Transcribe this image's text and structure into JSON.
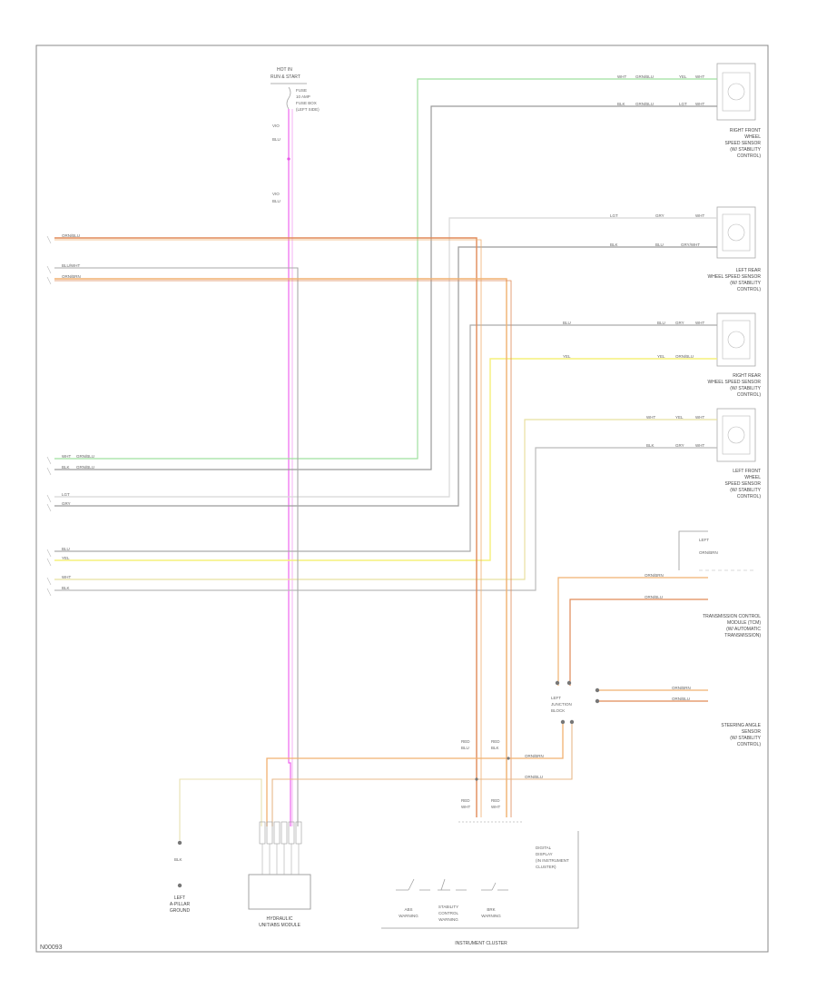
{
  "footer_code": "N00093",
  "power_label": [
    "HOT IN",
    "RUN & START"
  ],
  "fuse_label": [
    "FUSE",
    "10 AMP",
    "FUSE BOX",
    "(LEFT SIDE)"
  ],
  "wire_colors": {
    "wht_grn": "#9fe09f",
    "blk": "#9a9a9a",
    "gry": "#cccccc",
    "org": "#f0b070",
    "red_wht": "#e08a58",
    "yel": "#f5f07a",
    "vio": "#ee66ee",
    "brn": "#c8a070"
  },
  "sensors": [
    {
      "name": "right-front-wheel-speed-sensor",
      "label": [
        "RIGHT FRONT",
        "WHEEL",
        "SPEED SENSOR",
        "(W/ STABILITY",
        "CONTROL)"
      ]
    },
    {
      "name": "left-rear-wheel-speed-sensor",
      "label": [
        "LEFT REAR",
        "WHEEL SPEED SENSOR",
        "(W/ STABILITY",
        "CONTROL)"
      ]
    },
    {
      "name": "right-rear-wheel-speed-sensor",
      "label": [
        "RIGHT REAR",
        "WHEEL SPEED SENSOR",
        "(W/ STABILITY",
        "CONTROL)"
      ]
    },
    {
      "name": "left-front-wheel-speed-sensor",
      "label": [
        "LEFT FRONT",
        "WHEEL",
        "SPEED SENSOR",
        "(W/ STABILITY",
        "CONTROL)"
      ]
    }
  ],
  "trans_control_label": [
    "TRANSMISSION CONTROL",
    "MODULE (TCM)",
    "(W/ AUTOMATIC",
    "TRANSMISSION)"
  ],
  "steering_sensor_label": [
    "STEERING ANGLE",
    "SENSOR",
    "(W/ STABILITY",
    "CONTROL)"
  ],
  "left_junction_label": [
    "LEFT",
    "JUNCTION",
    "BLOCK"
  ],
  "ground_label": [
    "LEFT",
    "A-PILLAR",
    "GROUND"
  ],
  "hydraulic_unit_label": [
    "HYDRAULIC",
    "UNIT/ABS MODULE"
  ],
  "cluster_label": "INSTRUMENT CLUSTER",
  "cluster_warnings": [
    {
      "name": "abs-warning",
      "label": [
        "ABS",
        "WARNING"
      ]
    },
    {
      "name": "stability-control-warning",
      "label": [
        "STABILITY",
        "CONTROL",
        "WARNING"
      ]
    },
    {
      "name": "brake-warning",
      "label": [
        "BRK",
        "WARNING"
      ]
    }
  ],
  "cluster_side_label": [
    "DIGITAL",
    "DISPLAY",
    "(IN INSTRUMENT",
    "CLUSTER)"
  ],
  "right_wire_codes": {
    "rf_top": [
      "WHT",
      "GRN/BLU",
      "YEL",
      "WHT"
    ],
    "rf_bot": [
      "BLK",
      "GRN/BLU",
      "LGT",
      "WHT"
    ],
    "lr_top": [
      "LGT",
      "GRY",
      "WHT"
    ],
    "lr_bot": [
      "BLK",
      "BLU",
      "GRY/WHT"
    ],
    "rr_top": [
      "BLU",
      "BLU",
      "GRY",
      "WHT"
    ],
    "rr_bot": [
      "YEL",
      "YEL",
      "ORN/BLU"
    ],
    "lf_top": [
      "WHT",
      "YEL",
      "WHT"
    ],
    "lf_bot": [
      "BLK",
      "GRY",
      "WHT"
    ]
  },
  "left_wire_codes": [
    "ORN/BLU",
    "BLU/WHT",
    "ORN/BRN",
    "WHT",
    "GRN/BLU",
    "BLK",
    "GRN/BLU",
    "LGT",
    "GRY",
    "BLU",
    "YEL",
    "WHT",
    "BLK"
  ],
  "can_codes": [
    "ORN/BRN",
    "ORN/BLU",
    "ORN/BRN",
    "ORN/BLU"
  ],
  "vertical_codes": [
    "RED",
    "BLU",
    "RED",
    "BLK",
    "RED",
    "WHT",
    "RED",
    "WHT"
  ],
  "junction_codes": [
    "VIO",
    "VIO",
    "BLU",
    "BLU"
  ]
}
